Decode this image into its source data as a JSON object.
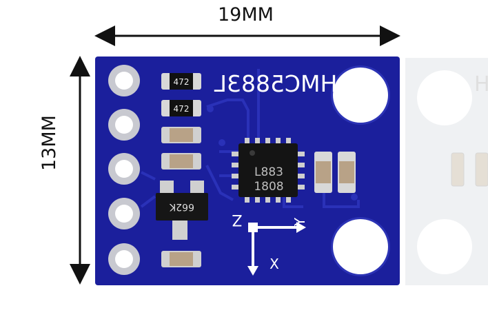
{
  "dimensions": {
    "width_label": "19MM",
    "height_label": "13MM"
  },
  "board": {
    "color": "#1a1d9a",
    "silkscreen_title": "HMC5883L",
    "chip_marking_line1": "L883",
    "chip_marking_line2": "1808",
    "resistor_1": "472",
    "resistor_2": "472",
    "regulator_marking": "662K",
    "axis_z": "Z",
    "axis_y": "Y",
    "axis_x": "X",
    "ghost_letter": "H"
  }
}
